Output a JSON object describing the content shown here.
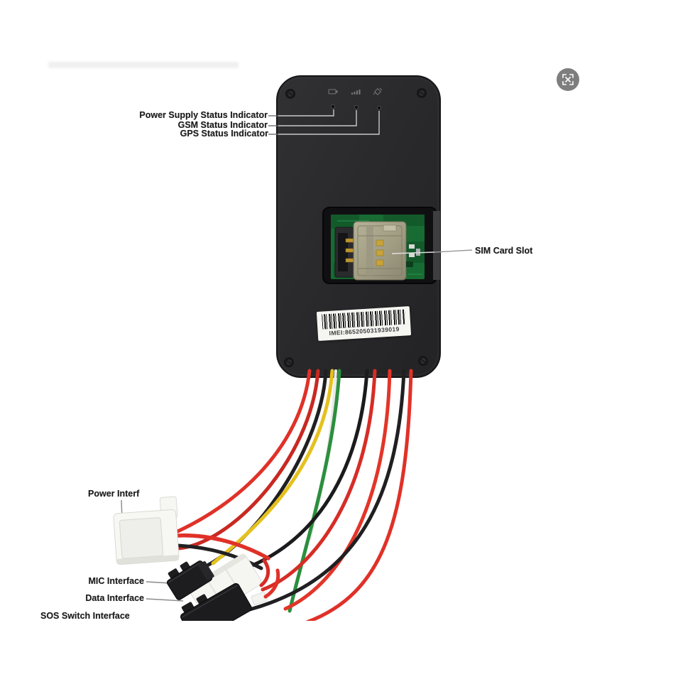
{
  "viewer": {
    "expand_icon": "expand-icon"
  },
  "annotations": {
    "power_supply_label": "Power Supply Status Indicator",
    "gsm_label": "GSM Status Indicator",
    "gps_label": "GPS Status Indicator",
    "sim_label": "SIM Card Slot",
    "power_label": "Power Interf",
    "mic_label": "MIC Interface",
    "data_label": "Data Interface",
    "sos_label": "SOS Switch Interface"
  },
  "device": {
    "kind": "GPS tracker with wiring harness",
    "imei_label": "IMEI:865205031939019",
    "status_leds": [
      "power-led",
      "gsm-led",
      "gps-led"
    ],
    "top_icons": [
      "battery-icon",
      "gsm-signal-icon",
      "gps-satellite-icon"
    ],
    "colors": {
      "body": "#29292b",
      "pcb_green": "#176b33",
      "sim_holder_metal": "#a8a489",
      "wire_red": "#e03128",
      "wire_black": "#202022",
      "wire_yellow": "#e5c11e",
      "wire_green": "#2c8f3e",
      "wire_white": "#eaeae8",
      "leader_line_light": "#c8c8c8",
      "leader_line_dark": "#8a8a8a"
    }
  }
}
